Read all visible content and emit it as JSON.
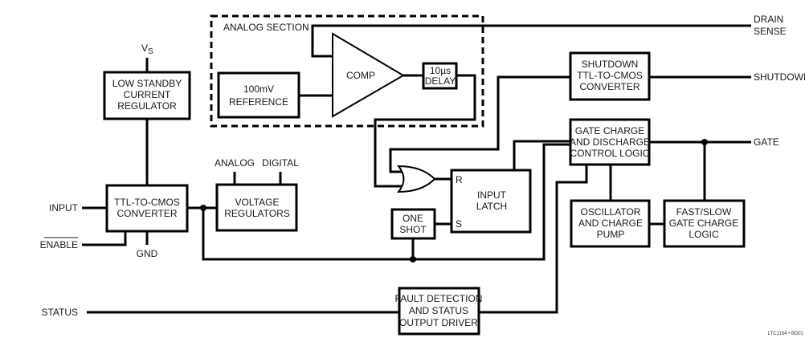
{
  "diagram": {
    "title": "LTC1154 Block Diagram",
    "figure_id": "LTC1154 • BD01",
    "analog_section": {
      "label": "ANALOG SECTION",
      "reference": [
        "100mV",
        "REFERENCE"
      ],
      "comparator": "COMP",
      "delay": [
        "10µs",
        "DELAY"
      ]
    },
    "blocks": {
      "low_standby": [
        "LOW STANDBY",
        "CURRENT",
        "REGULATOR"
      ],
      "ttl_cmos": [
        "TTL-TO-CMOS",
        "CONVERTER"
      ],
      "voltage_regulators": [
        "VOLTAGE",
        "REGULATORS"
      ],
      "input_latch": [
        "INPUT",
        "LATCH"
      ],
      "one_shot": [
        "ONE",
        "SHOT"
      ],
      "shutdown_conv": [
        "SHUTDOWN",
        "TTL-TO-CMOS",
        "CONVERTER"
      ],
      "gate_logic": [
        "GATE CHARGE",
        "AND DISCHARGE",
        "CONTROL LOGIC"
      ],
      "oscillator": [
        "OSCILLATOR",
        "AND CHARGE",
        "PUMP"
      ],
      "fast_slow": [
        "FAST/SLOW",
        "GATE CHARGE",
        "LOGIC"
      ],
      "fault": [
        "FAULT DETECTION",
        "AND STATUS",
        "OUTPUT DRIVER"
      ]
    },
    "latch_pins": {
      "r": "R",
      "s": "S"
    },
    "pins": {
      "vs": "V",
      "vs_sub": "S",
      "input": "INPUT",
      "enable": "ENABLE",
      "gnd": "GND",
      "status": "STATUS",
      "drain_sense": [
        "DRAIN",
        "SENSE"
      ],
      "shutdown": "SHUTDOWN",
      "gate": "GATE",
      "analog": "ANALOG",
      "digital": "DIGITAL"
    }
  }
}
